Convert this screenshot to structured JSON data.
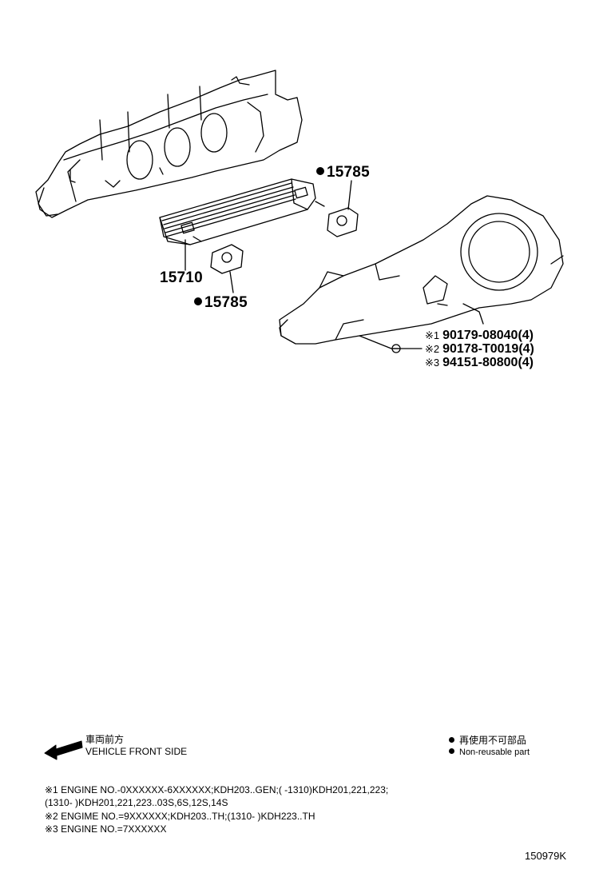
{
  "callouts": {
    "upper_gasket": "15785",
    "oil_cooler": "15710",
    "lower_gasket": "15785"
  },
  "bolts": [
    {
      "mark": "※1",
      "part": "90179-08040(4)"
    },
    {
      "mark": "※2",
      "part": "90178-T0019(4)"
    },
    {
      "mark": "※3",
      "part": "94151-80800(4)"
    }
  ],
  "direction": {
    "jp": "車両前方",
    "en": "VEHICLE FRONT SIDE"
  },
  "legend": {
    "jp": "再使用不可部品",
    "en": "Non-reusable part"
  },
  "notes": [
    "※1 ENGINE NO.-0XXXXXX-6XXXXXX;KDH203..GEN;(        -1310)KDH201,221,223;",
    "(1310-        )KDH201,221,223..03S,6S,12S,14S",
    "※2 ENGIME NO.=9XXXXXX;KDH203..TH;(1310-        )KDH223..TH",
    "※3 ENGINE NO.=7XXXXXX"
  ],
  "figure_code": "150979K"
}
